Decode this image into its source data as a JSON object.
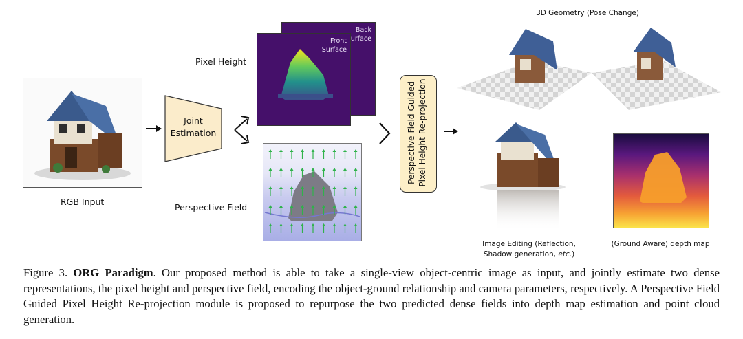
{
  "figure": {
    "rgb_input_label": "RGB Input",
    "joint_estimation": [
      "Joint",
      "Estimation"
    ],
    "pixel_height_label": "Pixel Height",
    "front_surface": [
      "Front",
      "Surface"
    ],
    "back_surface": [
      "Back",
      "Surface"
    ],
    "perspective_field_label": "Perspective Field",
    "module_label": [
      "Perspective Field Guided",
      "Pixel Height Re-projection"
    ],
    "geometry_label": "3D Geometry (Pose Change)",
    "editing_label": [
      "Image Editing (Reflection,",
      "Shadow generation, "
    ],
    "editing_etc": "etc.",
    "editing_close": ")",
    "depth_label": "(Ground Aware) depth map",
    "colors": {
      "module_fill": "#fdefc8",
      "joint_fill": "#fbeccb",
      "pixel_height_bg": "#45106a"
    }
  },
  "caption": {
    "prefix": "Figure 3. ",
    "title": "ORG Paradigm",
    "body": ". Our proposed method is able to take a single-view object-centric image as input, and jointly estimate two dense representations, the pixel height and perspective field, encoding the object-ground relationship and camera parameters, respectively. A Perspective Field Guided Pixel Height Re-projection module is proposed to repurpose the two predicted dense fields into depth map estimation and point cloud generation."
  }
}
